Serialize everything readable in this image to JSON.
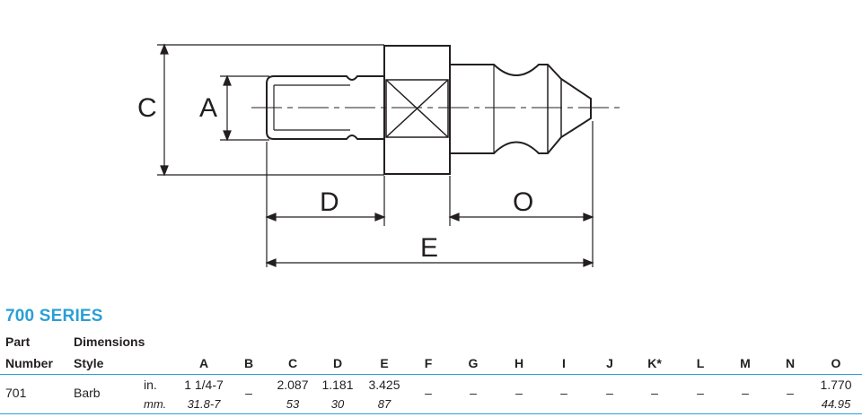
{
  "diagram": {
    "labels": {
      "C": "C",
      "A": "A",
      "D": "D",
      "O": "O",
      "E": "E"
    }
  },
  "table": {
    "series_title": "700 SERIES",
    "header_part_1": "Part",
    "header_part_2": "Number",
    "header_dimensions": "Dimensions",
    "header_style": "Style",
    "columns": [
      "A",
      "B",
      "C",
      "D",
      "E",
      "F",
      "G",
      "H",
      "I",
      "J",
      "K*",
      "L",
      "M",
      "N",
      "O"
    ],
    "row": {
      "part_number": "701",
      "style": "Barb",
      "unit_in": "in.",
      "unit_mm": "mm.",
      "in_values": [
        "1 1/4-7",
        "–",
        "2.087",
        "1.181",
        "3.425",
        "–",
        "–",
        "–",
        "–",
        "–",
        "–",
        "–",
        "–",
        "–",
        "1.770"
      ],
      "mm_values": [
        "31.8-7",
        "",
        "53",
        "30",
        "87",
        "",
        "",
        "",
        "",
        "",
        "",
        "",
        "",
        "",
        "44.95"
      ]
    }
  },
  "colors": {
    "accent": "#2a9fd6",
    "ink": "#231f20"
  }
}
